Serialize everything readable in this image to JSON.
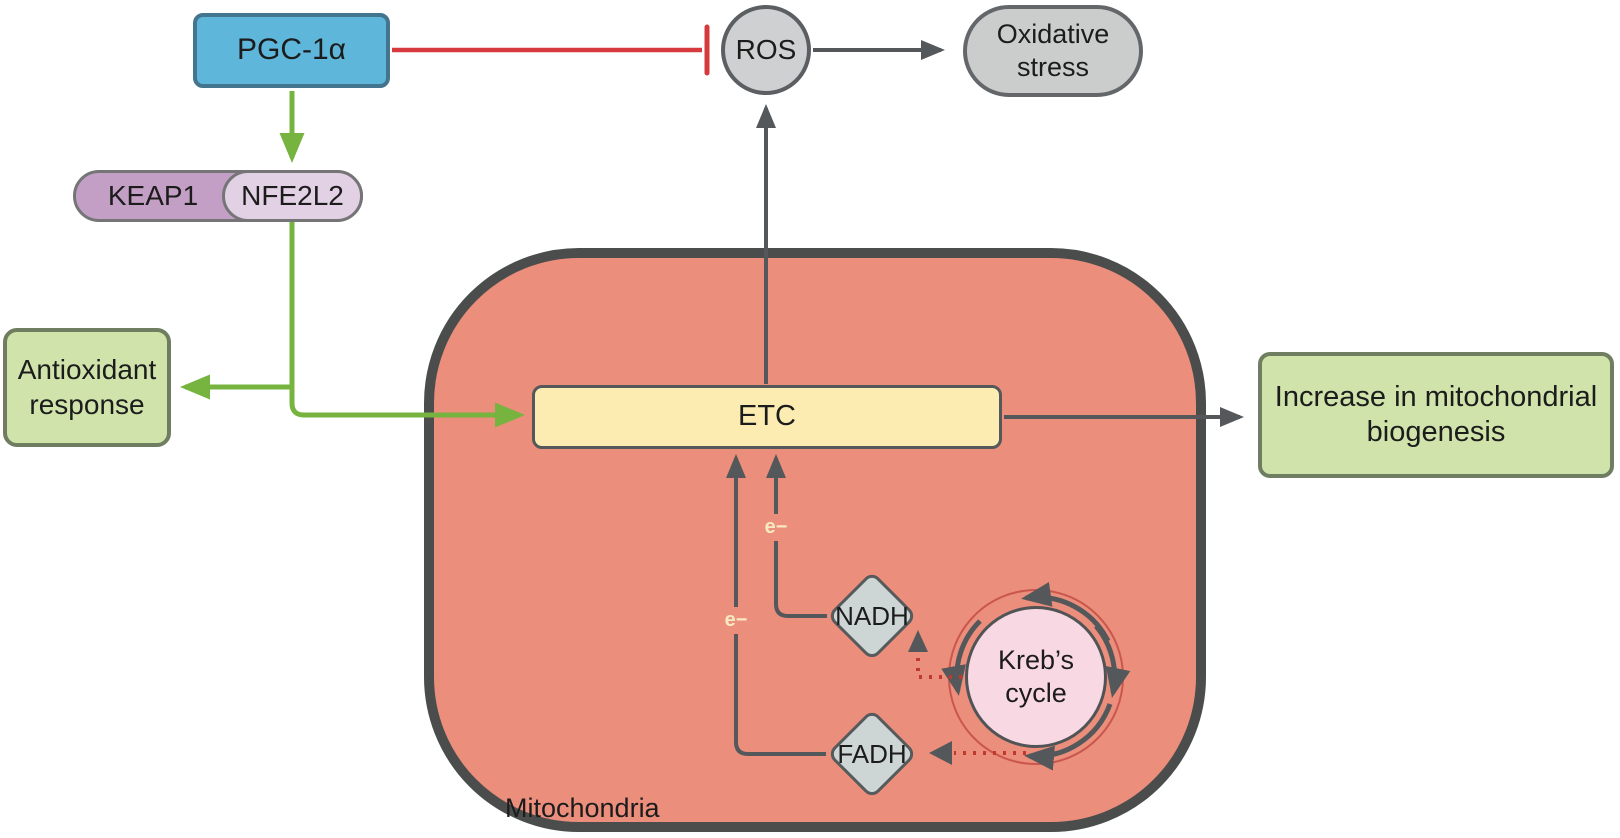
{
  "diagram": {
    "nodes": {
      "pgc1a": "PGC-1α",
      "ros": "ROS",
      "oxidative_stress": "Oxidative stress",
      "keap1": "KEAP1",
      "nfe2l2": "NFE2L2",
      "antioxidant_response": "Antioxidant response",
      "etc": "ETC",
      "increase_biogenesis": "Increase in mitochondrial biogenesis",
      "nadh": "NADH",
      "fadh": "FADH",
      "krebs_cycle": "Kreb’s cycle",
      "mitochondria_label": "Mitochondria"
    },
    "annotations": {
      "electron_nadh": "e−",
      "electron_fadh": "e−"
    },
    "edges": [
      {
        "from": "PGC-1α",
        "to": "ROS",
        "type": "inhibition",
        "color": "#d63a3e"
      },
      {
        "from": "ROS",
        "to": "Oxidative stress",
        "type": "arrow",
        "color": "#54585b"
      },
      {
        "from": "PGC-1α",
        "to": "KEAP1/NFE2L2",
        "type": "arrow",
        "color": "#76b43f"
      },
      {
        "from": "NFE2L2",
        "to": "Antioxidant response",
        "type": "arrow",
        "color": "#76b43f"
      },
      {
        "from": "NFE2L2",
        "to": "ETC",
        "type": "arrow",
        "color": "#76b43f"
      },
      {
        "from": "ETC",
        "to": "ROS",
        "type": "arrow",
        "color": "#54585b"
      },
      {
        "from": "ETC",
        "to": "Increase in mitochondrial biogenesis",
        "type": "arrow",
        "color": "#54585b"
      },
      {
        "from": "NADH",
        "to": "ETC",
        "type": "arrow",
        "label": "e−",
        "color": "#54585b"
      },
      {
        "from": "FADH",
        "to": "ETC",
        "type": "arrow",
        "label": "e−",
        "color": "#54585b"
      },
      {
        "from": "Kreb’s cycle",
        "to": "NADH",
        "type": "dotted-arrow",
        "color": "#bf3a2e"
      },
      {
        "from": "Kreb’s cycle",
        "to": "FADH",
        "type": "dotted-arrow",
        "color": "#bf3a2e"
      }
    ],
    "colors": {
      "pgc1a_fill": "#5eb7da",
      "pgc1a_border": "#44758e",
      "gray_node_fill": "#ced0d1",
      "gray_node_border": "#5b5f61",
      "keap1_fill": "#c39fc6",
      "nfe2l2_fill": "#e2d1e4",
      "green_box_fill": "#cfe3ab",
      "green_box_border": "#6f7d60",
      "mitochondria_fill": "#ec8e7c",
      "mitochondria_border": "#4b4d4c",
      "etc_fill": "#fcecb2",
      "diamond_fill": "#cdd6d4",
      "krebs_fill": "#f8d8e2",
      "arrow_dark": "#54585b",
      "arrow_green": "#76b43f",
      "inhibition_red": "#d63a3e",
      "dotted_red": "#bf3a2e",
      "electron_text": "#f7e9c3"
    }
  }
}
